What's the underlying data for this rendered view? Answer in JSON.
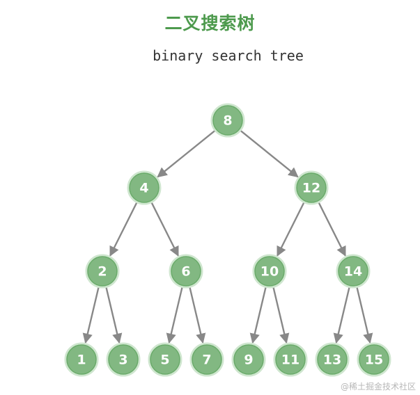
{
  "title": "二叉搜索树",
  "subtitle": "binary search tree",
  "watermark": "@稀土掘金技术社区",
  "colors": {
    "node_fill": "#82b882",
    "node_stroke": "#6aab6a",
    "node_halo": "#cfe6cf",
    "edge": "#888888",
    "title": "#4d9a4d"
  },
  "tree": {
    "nodes": [
      {
        "id": "n8",
        "label": "8"
      },
      {
        "id": "n4",
        "label": "4"
      },
      {
        "id": "n12",
        "label": "12"
      },
      {
        "id": "n2",
        "label": "2"
      },
      {
        "id": "n6",
        "label": "6"
      },
      {
        "id": "n10",
        "label": "10"
      },
      {
        "id": "n14",
        "label": "14"
      },
      {
        "id": "n1",
        "label": "1"
      },
      {
        "id": "n3",
        "label": "3"
      },
      {
        "id": "n5",
        "label": "5"
      },
      {
        "id": "n7",
        "label": "7"
      },
      {
        "id": "n9",
        "label": "9"
      },
      {
        "id": "n11",
        "label": "11"
      },
      {
        "id": "n13",
        "label": "13"
      },
      {
        "id": "n15",
        "label": "15"
      }
    ],
    "edges": [
      [
        "n8",
        "n4"
      ],
      [
        "n8",
        "n12"
      ],
      [
        "n4",
        "n2"
      ],
      [
        "n4",
        "n6"
      ],
      [
        "n12",
        "n10"
      ],
      [
        "n12",
        "n14"
      ],
      [
        "n2",
        "n1"
      ],
      [
        "n2",
        "n3"
      ],
      [
        "n6",
        "n5"
      ],
      [
        "n6",
        "n7"
      ],
      [
        "n10",
        "n9"
      ],
      [
        "n10",
        "n11"
      ],
      [
        "n14",
        "n13"
      ],
      [
        "n14",
        "n15"
      ]
    ]
  }
}
